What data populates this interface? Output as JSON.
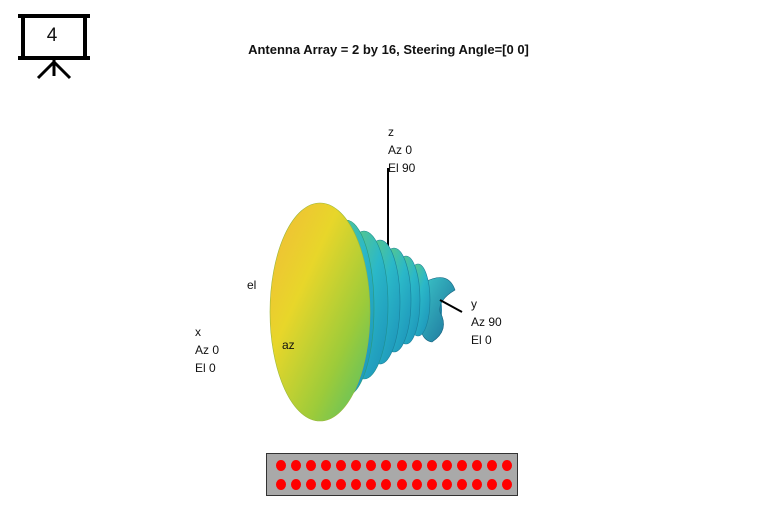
{
  "slide": {
    "number": "4",
    "icon": "presentation-board-icon"
  },
  "title": "Antenna Array = 2 by 16, Steering Angle=[0 0]",
  "axes": {
    "z": {
      "name": "z",
      "az": "Az 0",
      "el": "El 90"
    },
    "y": {
      "name": "y",
      "az": "Az 90",
      "el": "El 0"
    },
    "x": {
      "name": "x",
      "az": "Az 0",
      "el": "El 0"
    },
    "el_label": "el",
    "az_label": "az"
  },
  "array": {
    "rows": 2,
    "columns": 16,
    "element_color": "#ff0000",
    "panel_color": "#a9a9a9"
  },
  "colors": {
    "lobe_main": "#e8d02a",
    "lobe_side": "#2bb8c8",
    "lobe_dark": "#1b6f9a"
  }
}
